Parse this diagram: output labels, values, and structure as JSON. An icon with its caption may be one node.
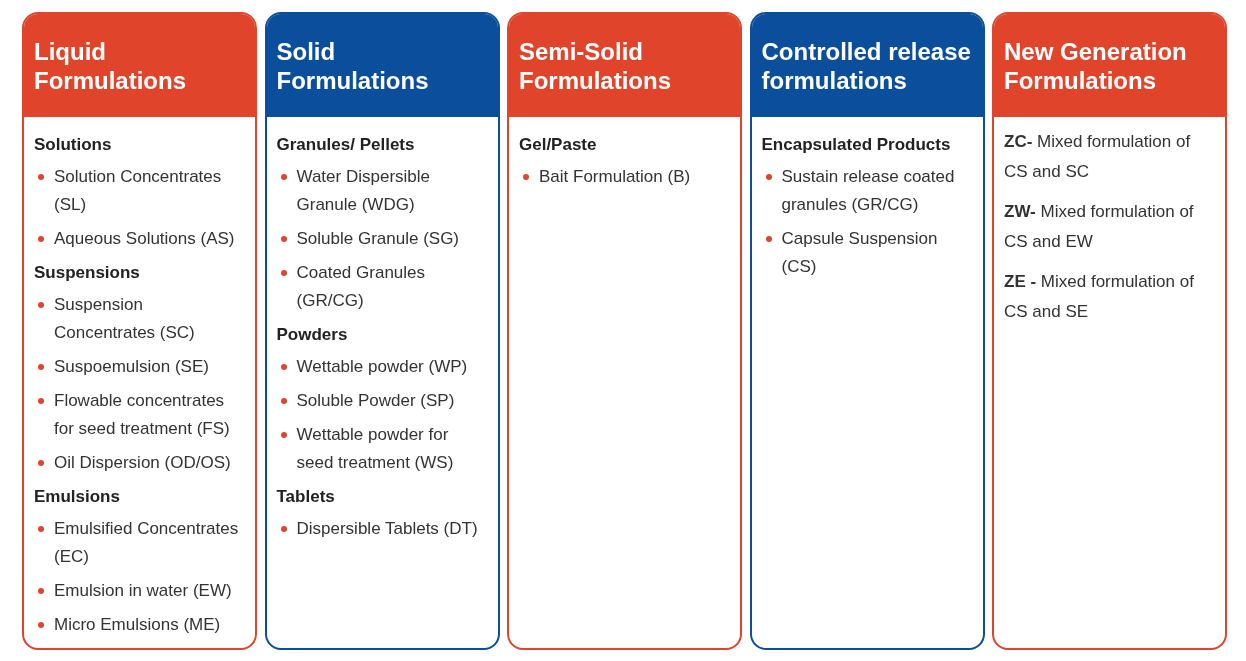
{
  "diagram": {
    "nodes": [
      {
        "text": [
          "Liquid Formulations",
          "Solutions",
          "Solution Concentrates (SL)",
          "Aqueous Solutions (AS)",
          "Suspensions",
          "Suspension Concentrates (SC)",
          "Suspoemulsion (SE)",
          "Flowable concentrates for seed treatment (FS)",
          "Oil Dispersion (OD/OS)",
          "Emulsions",
          "Emulsified Concentrates (EC)",
          "Emulsion in water (EW)",
          "Micro Emulsions (ME)"
        ]
      },
      {
        "text": [
          "Solid Formulations",
          "Granules/ Pellets",
          "Water Dispersible Granule (WDG)",
          "Soluble Granule (SG)",
          "Coated Granules (GR/CG)",
          "Powders",
          "Wettable powder (WP)",
          "Soluble Powder (SP)",
          "Wettable powder for seed treatment (WS)",
          "Tablets",
          "Dispersible Tablets (DT)"
        ]
      },
      {
        "text": [
          "Semi-Solid Formulations",
          "Gel/Paste",
          "Bait Formulation (B)"
        ]
      },
      {
        "text": [
          "Controlled release formulations",
          "Encapsulated Products",
          "Sustain release coated granules (GR/CG)",
          "Capsule Suspension (CS)"
        ]
      },
      {
        "text": [
          "New Generation Formulations",
          "**ZC-** Mixed formulation of CS and SC",
          "**ZW-** Mixed formulation of CS and EW",
          "**ZE -** Mixed formulation of CS and SE"
        ]
      }
    ]
  }
}
